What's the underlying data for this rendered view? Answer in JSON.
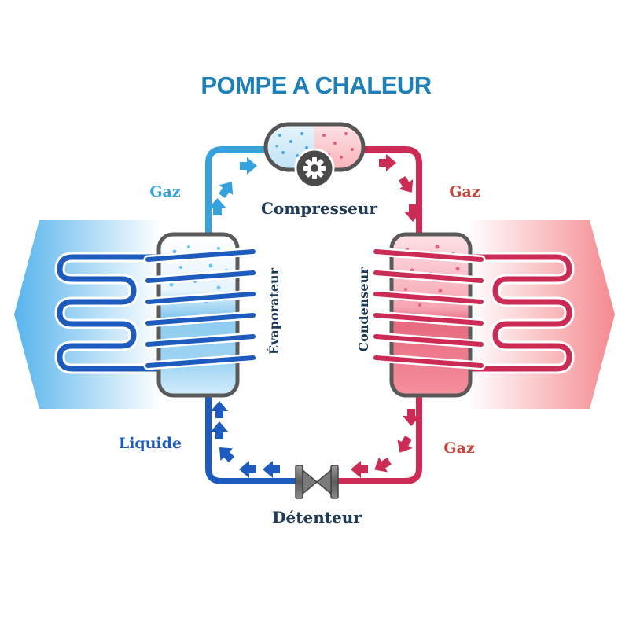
{
  "title": "POMPE A CHALEUR",
  "labels": {
    "compressor": "Compresseur",
    "evaporator": "Évaporateur",
    "condenser": "Condenseur",
    "expansion_valve": "Détenteur",
    "gas_left": "Gaz",
    "gas_right_top": "Gaz",
    "gas_right_bottom": "Gaz",
    "liquid": "Liquide"
  },
  "colors": {
    "title": "#1f7fb7",
    "dark_text": "#1e3a56",
    "cold_light": "#35a2de",
    "cold_dark": "#1d5bbf",
    "hot": "#cc2b55",
    "hot_label": "#c4453a",
    "valve": "#6e6e6e"
  },
  "icons": {
    "compressor": "compressor-gear-icon",
    "valve": "expansion-valve-icon"
  }
}
